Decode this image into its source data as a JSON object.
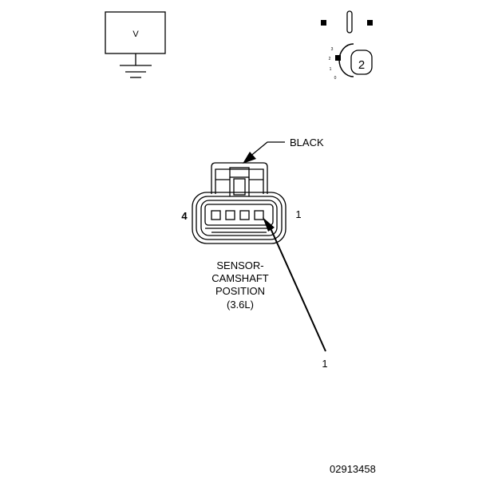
{
  "meter": {
    "symbol": "V"
  },
  "dial": {
    "number": "2",
    "positions": [
      "3",
      "2",
      "1",
      "0"
    ]
  },
  "connector": {
    "color_label": "BLACK",
    "pin_left": "4",
    "pin_right": "1",
    "name_lines": [
      "SENSOR-",
      "CAMSHAFT",
      "POSITION",
      "(3.6L)"
    ]
  },
  "callout": {
    "number": "1"
  },
  "figure_id": "02913458"
}
